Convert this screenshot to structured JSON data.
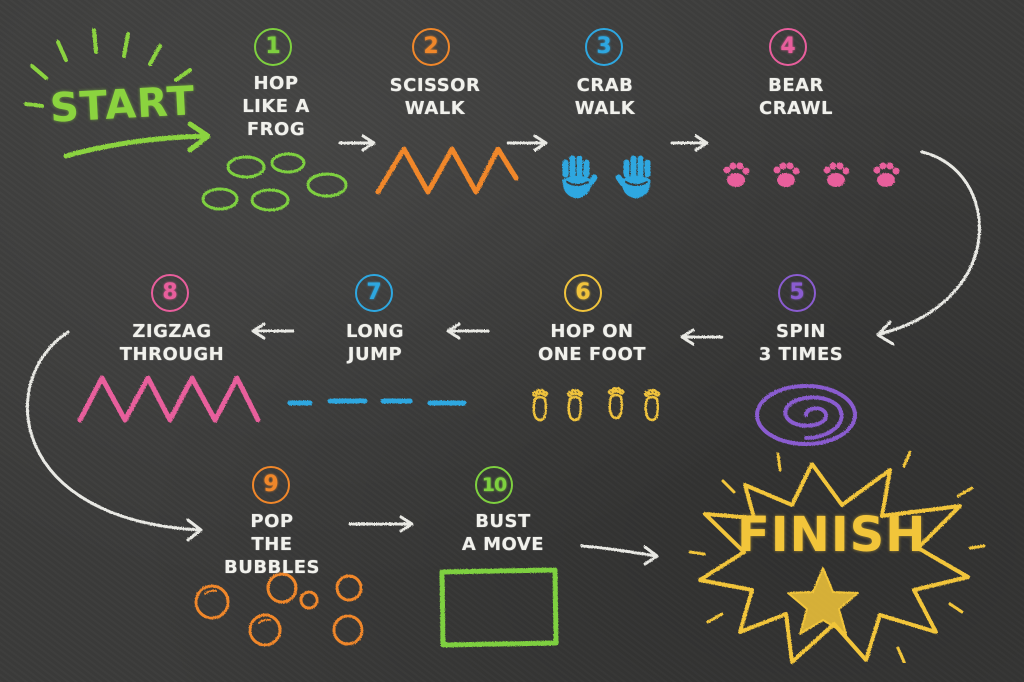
{
  "start_label": "START",
  "finish_label": "FINISH",
  "stations": [
    {
      "number": "1",
      "label": "HOP\nLIKE A\nFROG",
      "color": "#7ed03f"
    },
    {
      "number": "2",
      "label": "SCISSOR\nWALK",
      "color": "#f0872a"
    },
    {
      "number": "3",
      "label": "CRAB\nWALK",
      "color": "#2ea7e0"
    },
    {
      "number": "4",
      "label": "BEAR\nCRAWL",
      "color": "#e85e9c"
    },
    {
      "number": "5",
      "label": "SPIN\n3 TIMES",
      "color": "#8a5cd0"
    },
    {
      "number": "6",
      "label": "HOP ON\nONE FOOT",
      "color": "#f0c33c"
    },
    {
      "number": "7",
      "label": "LONG\nJUMP",
      "color": "#2ea7e0"
    },
    {
      "number": "8",
      "label": "ZIGZAG\nTHROUGH",
      "color": "#e85e9c"
    },
    {
      "number": "9",
      "label": "POP\nTHE\nBUBBLES",
      "color": "#f0872a"
    },
    {
      "number": "10",
      "label": "BUST\nA MOVE",
      "color": "#7ed03f"
    }
  ],
  "colors": {
    "board": "#3b3b3a",
    "chalk_white": "#e9e9e4",
    "start_green": "#8bd33f",
    "finish_yellow": "#f2c53a"
  },
  "icons": [
    "frog-lily-pads-icon",
    "zigzag-icon",
    "handprints-icon",
    "paw-prints-icon",
    "spiral-icon",
    "footprints-icon",
    "dashed-line-icon",
    "zigzag-icon",
    "bubbles-icon",
    "rectangle-icon",
    "star-icon"
  ]
}
